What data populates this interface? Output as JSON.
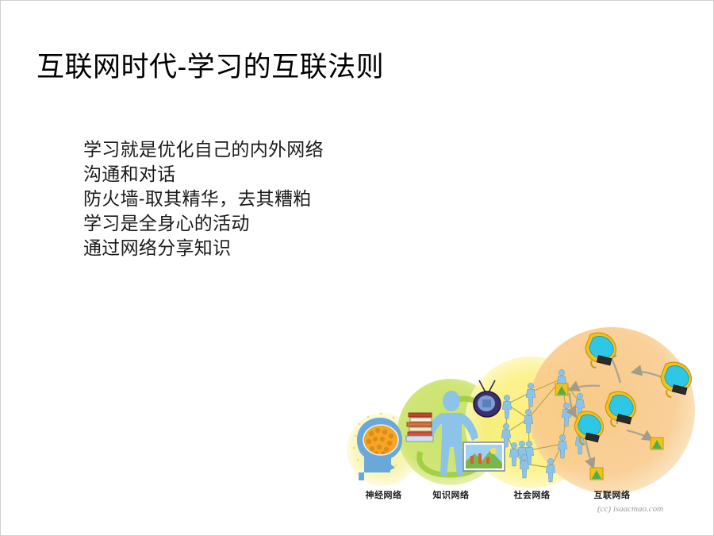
{
  "slide": {
    "title": "互联网时代-学习的互联法则",
    "background_color": "#ffffff",
    "bullet_color": "#e8140c"
  },
  "bullets": [
    {
      "text": "学习就是优化自己的内外网络",
      "marker": "diamond-bullet-icon"
    },
    {
      "text": "沟通和对话",
      "marker": "diamond-bullet-icon"
    },
    {
      "text": "防火墙-取其精华，去其糟粕",
      "marker": "diamond-bullet-icon"
    },
    {
      "text": "学习是全身心的活动",
      "marker": "diamond-bullet-icon"
    },
    {
      "text": "通过网络分享知识",
      "marker": "diamond-bullet-icon"
    }
  ],
  "diagram": {
    "stages": [
      {
        "label": "神经网络",
        "circle_color": "#f7f4b0",
        "icon": "brain-head-icon"
      },
      {
        "label": "知识网络",
        "circle_color": "#c8e06a",
        "icon": "person-books-tv-icon"
      },
      {
        "label": "社会网络",
        "circle_color": "#fbf07a",
        "icon": "people-network-icon"
      },
      {
        "label": "互联网络",
        "circle_color": "#f8ca8c",
        "icon": "computer-network-icon"
      }
    ],
    "credit": "(cc) isaacmao.com"
  }
}
